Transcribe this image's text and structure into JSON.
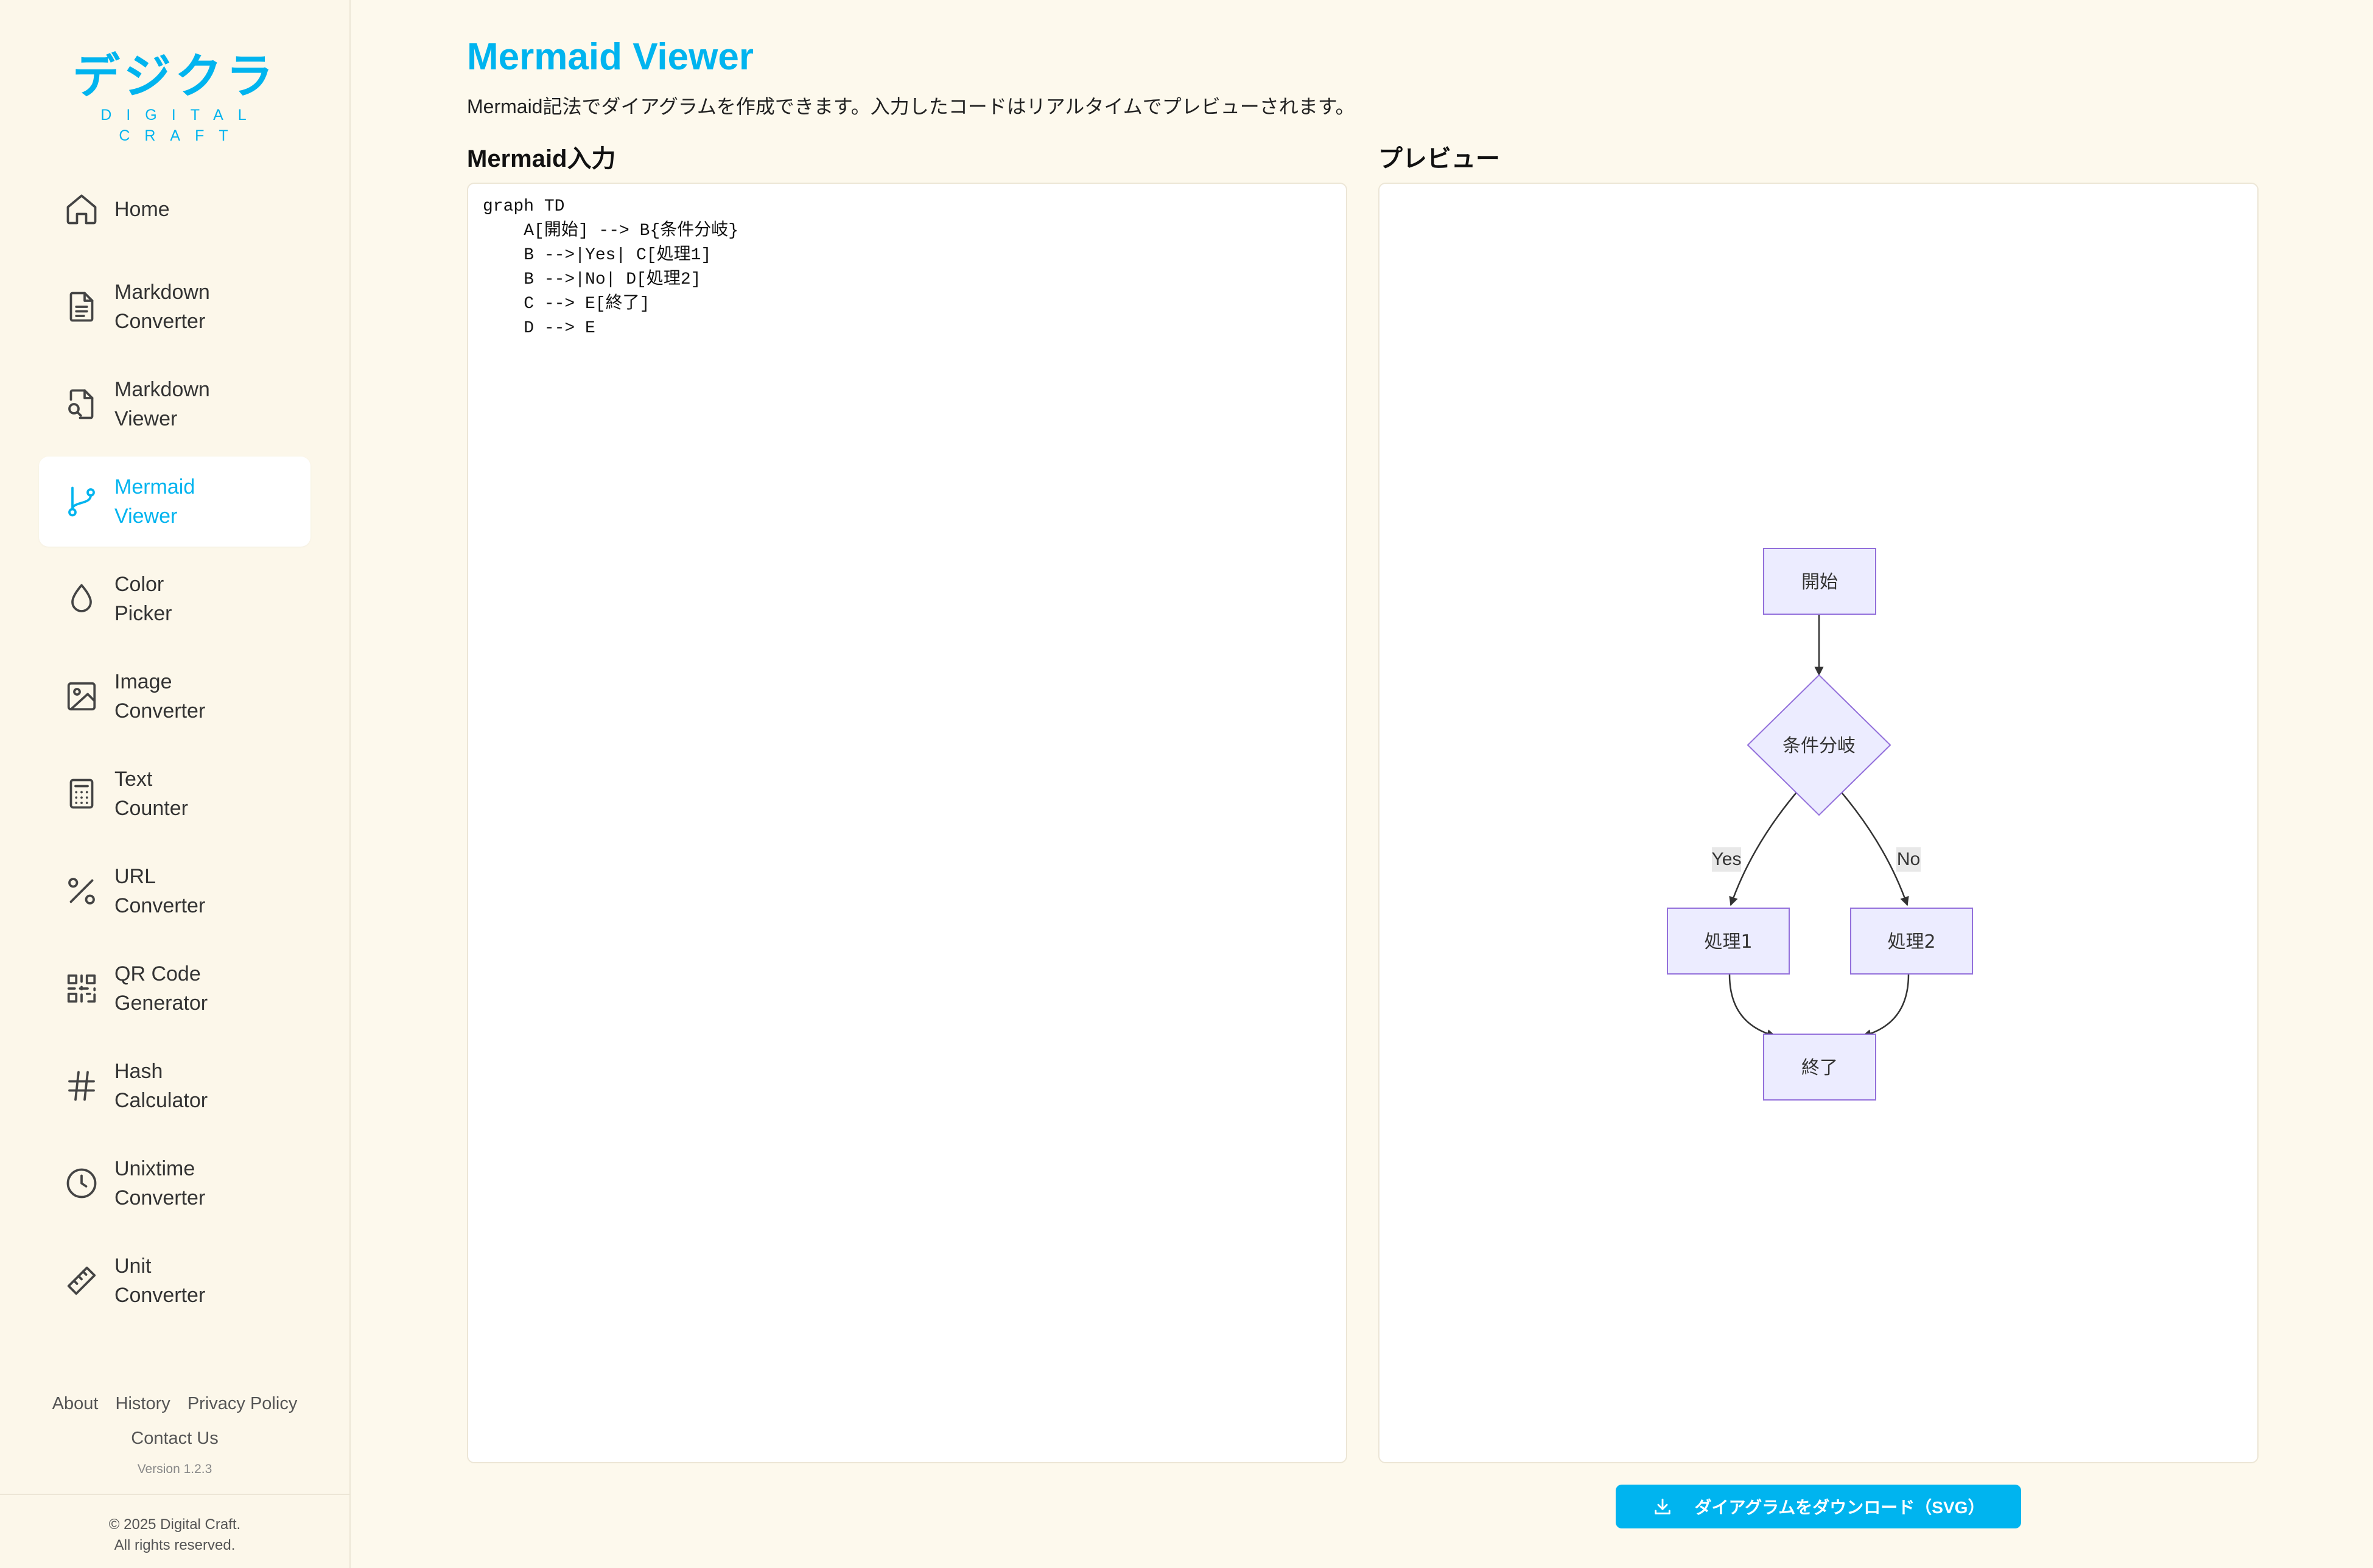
{
  "brand": {
    "logo_mark": "デジクラ",
    "logo_sub_1": "DIGITAL",
    "logo_sub_2": "CRAFT",
    "accent": "#00b4ef"
  },
  "sidebar": {
    "items": [
      {
        "line1": "Home",
        "line2": "",
        "icon": "home-icon"
      },
      {
        "line1": "Markdown",
        "line2": "Converter",
        "icon": "document-icon"
      },
      {
        "line1": "Markdown",
        "line2": "Viewer",
        "icon": "file-search-icon"
      },
      {
        "line1": "Mermaid",
        "line2": "Viewer",
        "icon": "git-branch-icon",
        "active": true
      },
      {
        "line1": "Color",
        "line2": "Picker",
        "icon": "droplet-icon"
      },
      {
        "line1": "Image",
        "line2": "Converter",
        "icon": "image-icon"
      },
      {
        "line1": "Text",
        "line2": "Counter",
        "icon": "calculator-icon"
      },
      {
        "line1": "URL",
        "line2": "Converter",
        "icon": "percent-icon"
      },
      {
        "line1": "QR Code",
        "line2": "Generator",
        "icon": "qr-code-icon"
      },
      {
        "line1": "Hash",
        "line2": "Calculator",
        "icon": "hash-icon"
      },
      {
        "line1": "Unixtime",
        "line2": "Converter",
        "icon": "clock-icon"
      },
      {
        "line1": "Unit",
        "line2": "Converter",
        "icon": "ruler-icon"
      }
    ],
    "footer": {
      "about": "About",
      "history": "History",
      "privacy": "Privacy Policy",
      "contact": "Contact Us",
      "version": "Version 1.2.3",
      "copyright_1": "© 2025 Digital Craft.",
      "copyright_2": "All rights reserved."
    }
  },
  "main": {
    "title": "Mermaid Viewer",
    "description": "Mermaid記法でダイアグラムを作成できます。入力したコードはリアルタイムでプレビューされます。",
    "input_title": "Mermaid入力",
    "preview_title": "プレビュー",
    "code": "graph TD\n    A[開始] --> B{条件分岐}\n    B -->|Yes| C[処理1]\n    B -->|No| D[処理2]\n    C --> E[終了]\n    D --> E",
    "download_label": "ダイアグラムをダウンロード（SVG）"
  },
  "diagram": {
    "node_start": "開始",
    "node_branch": "条件分岐",
    "node_proc1": "処理1",
    "node_proc2": "処理2",
    "node_end": "終了",
    "edge_yes": "Yes",
    "edge_no": "No",
    "node_fill": "#ececff",
    "node_stroke": "#9370db"
  }
}
